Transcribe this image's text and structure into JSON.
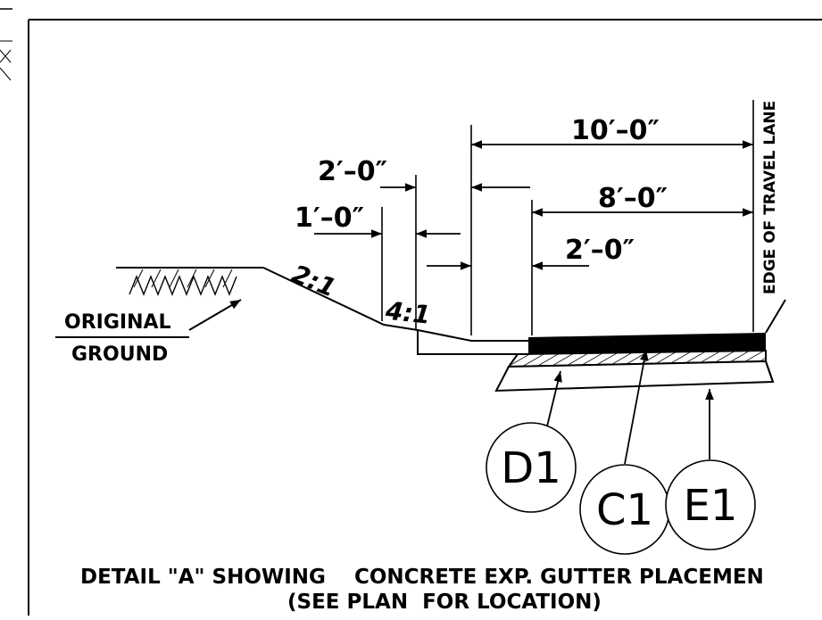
{
  "labels": {
    "original_ground_line1": "ORIGINAL",
    "original_ground_line2": "GROUND",
    "edge_of_travel_lane": "EDGE OF TRAVEL LANE"
  },
  "dimensions": {
    "ten_ft": "10′–0″",
    "eight_ft": "8′–0″",
    "two_ft_upper": "2′–0″",
    "one_ft": "1′–0″",
    "two_ft_lower": "2′–0″"
  },
  "slopes": {
    "steep": "2:1",
    "flat": "4:1"
  },
  "callouts": {
    "d1": "D1",
    "c1": "C1",
    "e1": "E1"
  },
  "title": {
    "line1": "DETAIL \"A\" SHOWING    CONCRETE EXP. GUTTER PLACEMEN",
    "line2": "(SEE PLAN  FOR LOCATION)"
  }
}
